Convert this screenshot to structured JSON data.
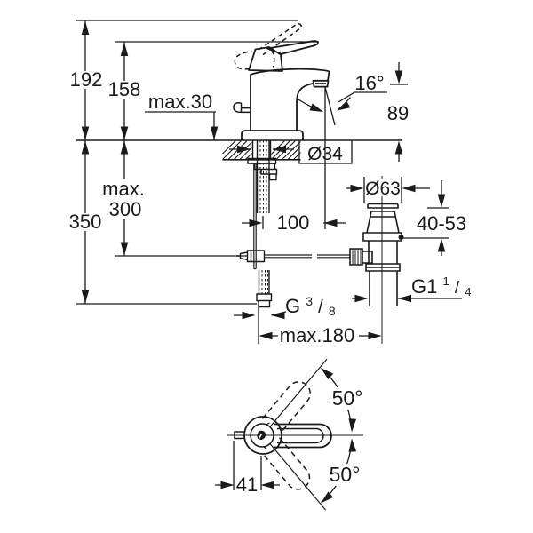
{
  "meta": {
    "description": "Technical dimension drawing of a single-lever basin mixer faucet with pop-up waste, side view and top view",
    "unit": "mm"
  },
  "colors": {
    "line": "#1a1a1a",
    "background": "#ffffff"
  },
  "side_view": {
    "labels": {
      "overall_height": "192",
      "lever_height": "158",
      "deck_thickness": "max.30",
      "spout_angle": "16°",
      "spout_height": "89",
      "hole_diameter": "Ø34",
      "max_depth_word": "max.",
      "max_depth_value": "300",
      "hose_length": "350",
      "spout_projection": "100",
      "waste_diameter": "Ø63",
      "waste_range": "40-53",
      "reach": "max.180",
      "hose_thread_prefix": "G",
      "hose_thread_sup": "3",
      "hose_thread_slash": "/",
      "hose_thread_sub": "8",
      "waste_thread_prefix": "G1",
      "waste_thread_sup": "1",
      "waste_thread_slash": "/",
      "waste_thread_sub": "4"
    }
  },
  "top_view": {
    "labels": {
      "swivel_upper": "50°",
      "swivel_lower": "50°",
      "handle_width": "41"
    }
  }
}
